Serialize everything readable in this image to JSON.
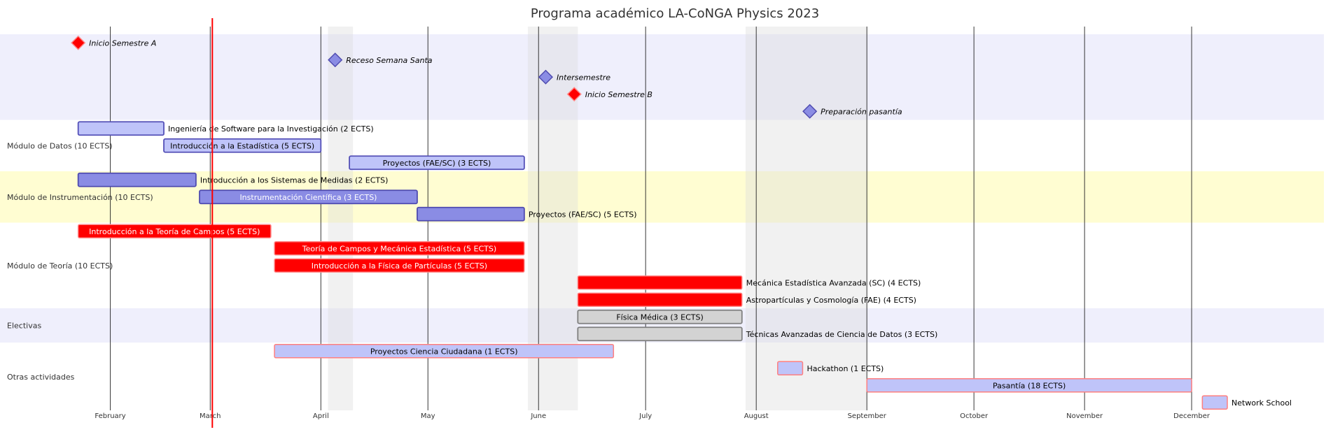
{
  "chart_data": {
    "type": "gantt",
    "title": "Programa académico LA-CoNGA Physics 2023",
    "date_range": [
      "2023-01-16",
      "2023-12-31"
    ],
    "today": "2023-03-01",
    "x_ticks": [
      "February",
      "March",
      "April",
      "May",
      "June",
      "July",
      "August",
      "September",
      "October",
      "November",
      "December"
    ],
    "x_tick_dates": [
      "2023-02-01",
      "2023-03-01",
      "2023-04-01",
      "2023-05-01",
      "2023-06-01",
      "2023-07-01",
      "2023-08-01",
      "2023-09-01",
      "2023-10-01",
      "2023-11-01",
      "2023-12-01"
    ],
    "excluded_periods": [
      {
        "start": "2023-04-03",
        "end": "2023-04-10"
      },
      {
        "start": "2023-05-29",
        "end": "2023-06-12"
      },
      {
        "start": "2023-07-29",
        "end": "2023-09-01"
      }
    ],
    "colors": {
      "section_band_a": "#EFEFFC",
      "section_band_b": "#FFFFFF",
      "section_band_c": "#FFFDD2",
      "excluded": "#DCDCDC",
      "grid": "#222222",
      "today_line": "#FF0000",
      "task_light_fill": "#BFC4F9",
      "task_light_stroke": "#5450B8",
      "task_active_fill": "#8A8CE4",
      "task_active_stroke": "#4F4BB0",
      "task_crit_fill": "#FF0000",
      "task_crit_stroke": "#FF8888",
      "task_done_fill": "#D3D3D3",
      "task_done_stroke": "#808080",
      "task_other_stroke": "#FF7F7F",
      "milestone_fill": "#8A8CE4",
      "milestone_stroke": "#4F4BB0",
      "milestone_crit_fill": "#FF0000",
      "milestone_crit_stroke": "#FF8888"
    },
    "sections": [
      {
        "label": "",
        "band": "a",
        "tasks": [
          {
            "name": "Inicio Semestre A",
            "milestone": true,
            "style": "crit",
            "date": "2023-01-23"
          },
          {
            "name": "Receso Semana Santa",
            "milestone": true,
            "style": "active",
            "date": "2023-04-05"
          },
          {
            "name": "Intersemestre",
            "milestone": true,
            "style": "active",
            "date": "2023-06-03"
          },
          {
            "name": "Inicio Semestre B",
            "milestone": true,
            "style": "crit",
            "date": "2023-06-11"
          },
          {
            "name": "Preparación pasantía",
            "milestone": true,
            "style": "active",
            "date": "2023-08-16"
          }
        ]
      },
      {
        "label": "Módulo de Datos (10 ECTS)",
        "band": "b",
        "tasks": [
          {
            "name": "Ingeniería de Software para la Investigación (2 ECTS)",
            "style": "light",
            "start": "2023-01-23",
            "end": "2023-02-16"
          },
          {
            "name": "Introducción a la Estadística (5 ECTS)",
            "style": "light",
            "start": "2023-02-16",
            "end": "2023-04-01"
          },
          {
            "name": "Proyectos (FAE/SC) (3 ECTS)",
            "style": "light",
            "start": "2023-04-09",
            "end": "2023-05-28"
          }
        ]
      },
      {
        "label": "Módulo de Instrumentación (10 ECTS)",
        "band": "c",
        "tasks": [
          {
            "name": "Introducción a los Sistemas de Medidas (2 ECTS)",
            "style": "active",
            "start": "2023-01-23",
            "end": "2023-02-25"
          },
          {
            "name": "Instrumentación Científica (3 ECTS)",
            "style": "active",
            "start": "2023-02-26",
            "end": "2023-04-28"
          },
          {
            "name": "Proyectos (FAE/SC) (5 ECTS)",
            "style": "active",
            "start": "2023-04-28",
            "end": "2023-05-28"
          }
        ]
      },
      {
        "label": "Módulo de Teoría (10 ECTS)",
        "band": "b",
        "tasks": [
          {
            "name": "Introducción a la Teoría de Campos (5 ECTS)",
            "style": "crit",
            "start": "2023-01-23",
            "end": "2023-03-18"
          },
          {
            "name": "Teoría de Campos y Mecánica Estadística (5 ECTS)",
            "style": "crit",
            "start": "2023-03-19",
            "end": "2023-05-28"
          },
          {
            "name": "Introducción a la Física de Partículas (5 ECTS)",
            "style": "crit",
            "start": "2023-03-19",
            "end": "2023-05-28"
          },
          {
            "name": "Mecánica Estadística Avanzada (SC) (4 ECTS)",
            "style": "crit",
            "start": "2023-06-12",
            "end": "2023-07-28"
          },
          {
            "name": "Astropartículas y Cosmología (FAE) (4 ECTS)",
            "style": "crit",
            "start": "2023-06-12",
            "end": "2023-07-28"
          }
        ]
      },
      {
        "label": "Electivas",
        "band": "a",
        "tasks": [
          {
            "name": "Física Médica (3 ECTS)",
            "style": "done",
            "start": "2023-06-12",
            "end": "2023-07-28"
          },
          {
            "name": "Técnicas Avanzadas de Ciencia de Datos (3 ECTS)",
            "style": "done",
            "start": "2023-06-12",
            "end": "2023-07-28"
          }
        ]
      },
      {
        "label": "Otras actividades",
        "band": "b",
        "tasks": [
          {
            "name": "Proyectos Ciencia Ciudadana (1 ECTS)",
            "style": "other",
            "start": "2023-03-19",
            "end": "2023-06-22"
          },
          {
            "name": "Hackathon (1 ECTS)",
            "style": "other",
            "start": "2023-08-07",
            "end": "2023-08-14"
          },
          {
            "name": "Pasantía (18 ECTS)",
            "style": "other",
            "start": "2023-09-01",
            "end": "2023-12-01"
          },
          {
            "name": "Network School",
            "style": "other",
            "start": "2023-12-04",
            "end": "2023-12-11"
          }
        ]
      }
    ]
  }
}
